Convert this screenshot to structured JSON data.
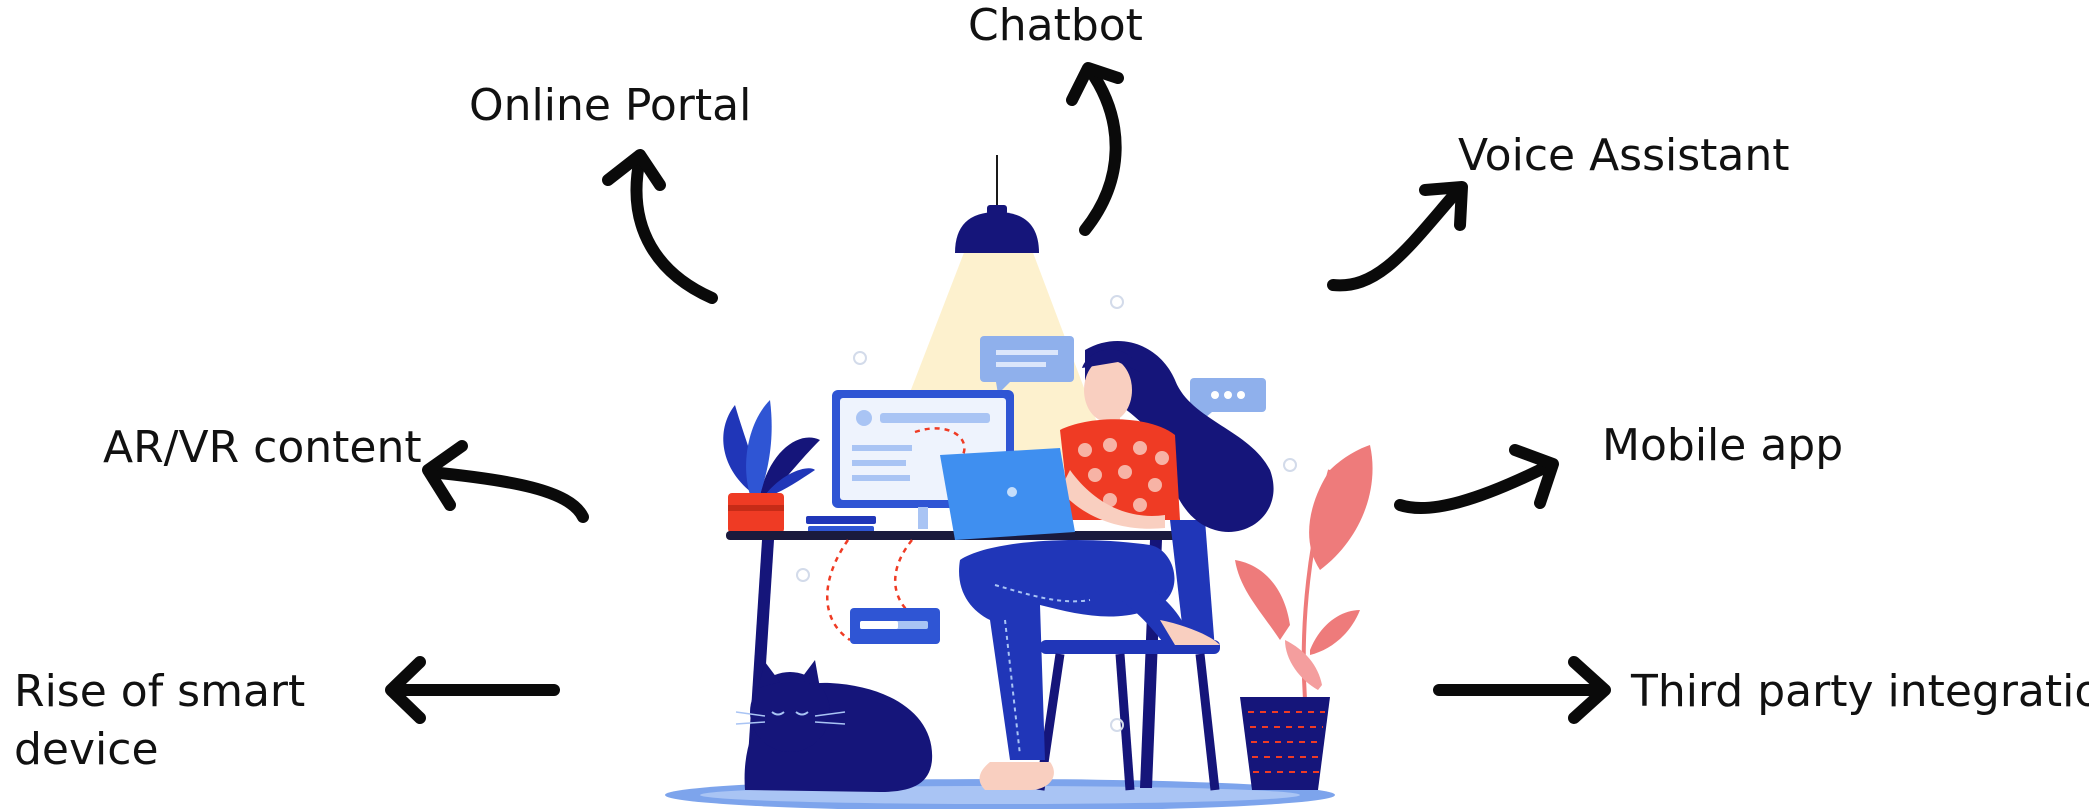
{
  "labels": {
    "chatbot": "Chatbot",
    "online_portal": "Online Portal",
    "voice_assistant": "Voice Assistant",
    "arvr_content": "AR/VR content",
    "mobile_app": "Mobile app",
    "rise_smart_line1": "Rise of smart",
    "rise_smart_line2": "device",
    "third_party": "Third party integration"
  },
  "colors": {
    "arrow": "#0a0a0a",
    "navy": "#15157a",
    "blue": "#2f55d4",
    "light_blue": "#6fa0f2",
    "coral": "#ef3b24",
    "pink": "#ee7b7b",
    "lamp_glow": "#fdeec6"
  }
}
